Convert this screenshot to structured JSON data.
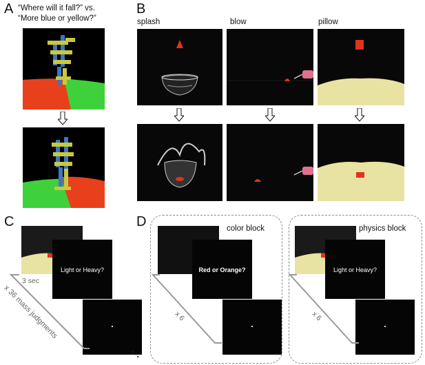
{
  "panelA": {
    "letter": "A",
    "question_line1": "“Where will it fall?” vs.",
    "question_line2": "“More blue or yellow?”"
  },
  "panelB": {
    "letter": "B",
    "conditions": [
      "splash",
      "blow",
      "pillow"
    ]
  },
  "panelC": {
    "letter": "C",
    "duration": "3 sec",
    "question": "Light or Heavy?",
    "repeat_label": "x 36 mass judgments",
    "ellipsis": "• • •"
  },
  "panelD": {
    "letter": "D",
    "color_block": {
      "title": "color block",
      "question": "Red or Orange?",
      "repeat": "x 6"
    },
    "physics_block": {
      "title": "physics block",
      "question": "Light or Heavy?",
      "repeat": "x 6"
    }
  },
  "colors": {
    "red_floor": "#e8401c",
    "green_floor": "#3fd13b",
    "blue_block": "#3a78c4",
    "yellow_block": "#c9c83e",
    "pillow": "#e9e3a3",
    "object_red": "#e0321e"
  }
}
